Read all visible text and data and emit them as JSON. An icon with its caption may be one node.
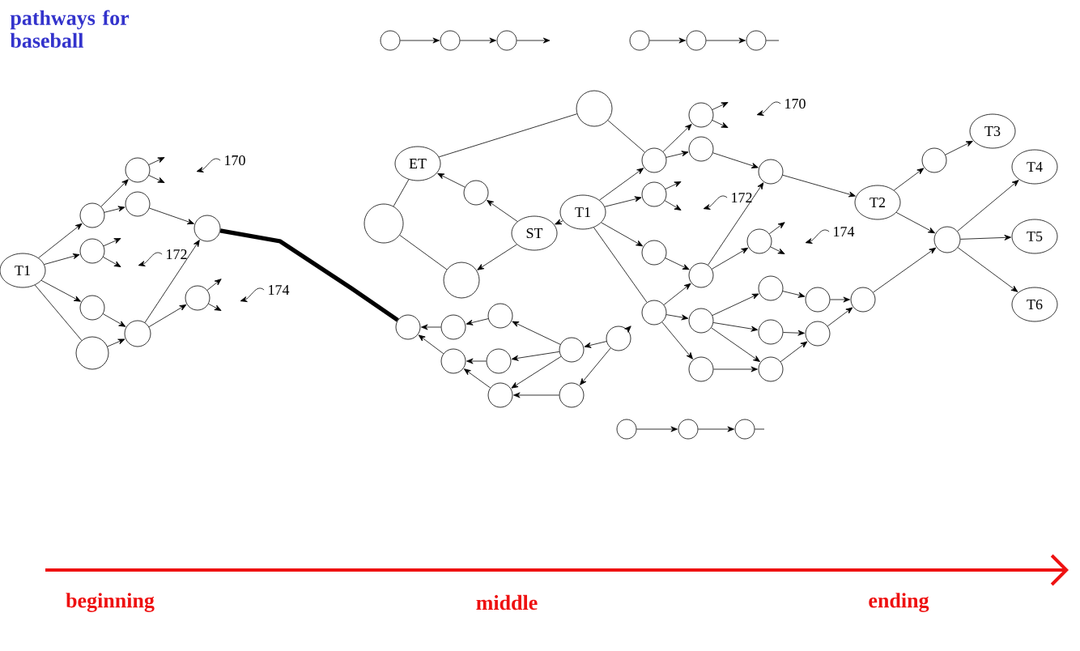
{
  "diagram": {
    "title": "pathways for baseball",
    "nodes": [
      {
        "text": [],
        "shape": "circle"
      },
      {
        "text": [],
        "shape": "circle"
      },
      {
        "text": [],
        "shape": "circle"
      },
      {
        "text": [],
        "shape": "circle"
      },
      {
        "text": [],
        "shape": "circle"
      },
      {
        "text": [],
        "shape": "circle"
      },
      {
        "text": [
          "T1"
        ]
      },
      {
        "text": [],
        "shape": "circle"
      },
      {
        "text": [],
        "shape": "circle"
      },
      {
        "text": [],
        "shape": "circle"
      },
      {
        "text": [
          "170"
        ]
      },
      {
        "text": [],
        "shape": "circle"
      },
      {
        "text": [
          "172"
        ]
      },
      {
        "text": [],
        "shape": "circle"
      },
      {
        "text": [],
        "shape": "circle"
      },
      {
        "text": [],
        "shape": "circle"
      },
      {
        "text": [],
        "shape": "circle"
      },
      {
        "text": [],
        "shape": "circle"
      },
      {
        "text": [
          "174"
        ]
      },
      {
        "text": [],
        "shape": "circle"
      },
      {
        "text": [
          "ET"
        ]
      },
      {
        "text": [],
        "shape": "circle"
      },
      {
        "text": [],
        "shape": "circle"
      },
      {
        "text": [
          "ST"
        ]
      },
      {
        "text": [
          "T1"
        ]
      },
      {
        "text": [],
        "shape": "circle"
      },
      {
        "text": [],
        "shape": "circle"
      },
      {
        "text": [],
        "shape": "circle"
      },
      {
        "text": [],
        "shape": "circle"
      },
      {
        "text": [],
        "shape": "circle"
      },
      {
        "text": [],
        "shape": "circle"
      },
      {
        "text": [],
        "shape": "circle"
      },
      {
        "text": [],
        "shape": "circle"
      },
      {
        "text": [],
        "shape": "circle"
      },
      {
        "text": [],
        "shape": "circle"
      },
      {
        "text": [],
        "shape": "circle"
      },
      {
        "text": [
          "170"
        ]
      },
      {
        "text": [],
        "shape": "circle"
      },
      {
        "text": [],
        "shape": "circle"
      },
      {
        "text": [],
        "shape": "circle"
      },
      {
        "text": [],
        "shape": "circle"
      },
      {
        "text": [
          "172"
        ]
      },
      {
        "text": [],
        "shape": "circle"
      },
      {
        "text": [],
        "shape": "circle"
      },
      {
        "text": [
          "174"
        ]
      },
      {
        "text": [],
        "shape": "circle"
      },
      {
        "text": [],
        "shape": "circle"
      },
      {
        "text": [],
        "shape": "circle"
      },
      {
        "text": [],
        "shape": "circle"
      },
      {
        "text": [],
        "shape": "circle"
      },
      {
        "text": [],
        "shape": "circle"
      },
      {
        "text": [],
        "shape": "circle"
      },
      {
        "text": [],
        "shape": "circle"
      },
      {
        "text": [],
        "shape": "circle"
      },
      {
        "text": [],
        "shape": "circle"
      },
      {
        "text": [
          "T2"
        ]
      },
      {
        "text": [],
        "shape": "circle"
      },
      {
        "text": [
          "T3"
        ]
      },
      {
        "text": [
          "T4"
        ]
      },
      {
        "text": [],
        "shape": "circle"
      },
      {
        "text": [
          "T5"
        ]
      },
      {
        "text": [
          "T6"
        ]
      },
      {
        "text": [],
        "shape": "circle"
      },
      {
        "text": [],
        "shape": "circle"
      },
      {
        "text": [],
        "shape": "circle"
      }
    ],
    "edges": [
      {
        "from": 0,
        "to": 1,
        "arrow": "to"
      },
      {
        "from": 1,
        "to": 2,
        "arrow": "to"
      },
      {
        "from": 2,
        "to": null,
        "arrow": "to"
      },
      {
        "from": 3,
        "to": 4,
        "arrow": "to"
      },
      {
        "from": 4,
        "to": 5,
        "arrow": "to"
      },
      {
        "from": 5,
        "to": null,
        "arrow": "none"
      },
      {
        "from": 6,
        "to": 8,
        "arrow": "to"
      },
      {
        "from": 6,
        "to": 11,
        "arrow": "to"
      },
      {
        "from": 6,
        "to": 13,
        "arrow": "to"
      },
      {
        "from": 6,
        "to": 14,
        "arrow": "none"
      },
      {
        "from": 8,
        "to": 7,
        "arrow": "to"
      },
      {
        "from": 8,
        "to": 9,
        "arrow": "to"
      },
      {
        "from": 9,
        "to": 16,
        "arrow": "to"
      },
      {
        "from": 13,
        "to": 15,
        "arrow": "to"
      },
      {
        "from": 14,
        "to": 15,
        "arrow": "to"
      },
      {
        "from": 15,
        "to": 16,
        "arrow": "to"
      },
      {
        "from": 15,
        "to": 17,
        "arrow": "to"
      },
      {
        "from": 7,
        "to": null,
        "arrow": "to"
      },
      {
        "from": 7,
        "to": null,
        "arrow": "to"
      },
      {
        "from": 11,
        "to": null,
        "arrow": "to"
      },
      {
        "from": 11,
        "to": null,
        "arrow": "to"
      },
      {
        "from": 17,
        "to": null,
        "arrow": "to"
      },
      {
        "from": 17,
        "to": null,
        "arrow": "to"
      },
      {
        "from": 10,
        "to": null,
        "arrow": "to"
      },
      {
        "from": 12,
        "to": null,
        "arrow": "to"
      },
      {
        "from": 18,
        "to": null,
        "arrow": "to"
      },
      {
        "from": 16,
        "to": 26,
        "arrow": "none",
        "style": "thick"
      },
      {
        "from": 19,
        "to": 20,
        "arrow": "none"
      },
      {
        "from": 20,
        "to": 22,
        "arrow": "none"
      },
      {
        "from": 22,
        "to": 25,
        "arrow": "none"
      },
      {
        "from": 19,
        "to": 37,
        "arrow": "none"
      },
      {
        "from": 23,
        "to": 21,
        "arrow": "to"
      },
      {
        "from": 21,
        "to": 20,
        "arrow": "to"
      },
      {
        "from": 23,
        "to": 25,
        "arrow": "to"
      },
      {
        "from": 24,
        "to": 23,
        "arrow": "to"
      },
      {
        "from": 24,
        "to": 37,
        "arrow": "to"
      },
      {
        "from": 24,
        "to": 40,
        "arrow": "to"
      },
      {
        "from": 24,
        "to": 42,
        "arrow": "to"
      },
      {
        "from": 24,
        "to": 46,
        "arrow": "none"
      },
      {
        "from": 27,
        "to": 26,
        "arrow": "to"
      },
      {
        "from": 28,
        "to": 27,
        "arrow": "to"
      },
      {
        "from": 29,
        "to": 26,
        "arrow": "to"
      },
      {
        "from": 30,
        "to": 29,
        "arrow": "to"
      },
      {
        "from": 31,
        "to": 29,
        "arrow": "to"
      },
      {
        "from": 32,
        "to": 28,
        "arrow": "to"
      },
      {
        "from": 32,
        "to": 30,
        "arrow": "to"
      },
      {
        "from": 32,
        "to": 31,
        "arrow": "to"
      },
      {
        "from": 33,
        "to": 32,
        "arrow": "to"
      },
      {
        "from": 33,
        "to": 34,
        "arrow": "to"
      },
      {
        "from": 34,
        "to": 31,
        "arrow": "to"
      },
      {
        "from": 33,
        "to": null,
        "arrow": "to"
      },
      {
        "from": 37,
        "to": 35,
        "arrow": "to"
      },
      {
        "from": 37,
        "to": 38,
        "arrow": "to"
      },
      {
        "from": 38,
        "to": 39,
        "arrow": "to"
      },
      {
        "from": 39,
        "to": 55,
        "arrow": "to"
      },
      {
        "from": 35,
        "to": null,
        "arrow": "to"
      },
      {
        "from": 35,
        "to": null,
        "arrow": "to"
      },
      {
        "from": 36,
        "to": null,
        "arrow": "to"
      },
      {
        "from": 40,
        "to": null,
        "arrow": "to"
      },
      {
        "from": 40,
        "to": null,
        "arrow": "to"
      },
      {
        "from": 41,
        "to": null,
        "arrow": "to"
      },
      {
        "from": 42,
        "to": 45,
        "arrow": "to"
      },
      {
        "from": 45,
        "to": 39,
        "arrow": "to"
      },
      {
        "from": 45,
        "to": 43,
        "arrow": "to"
      },
      {
        "from": 43,
        "to": null,
        "arrow": "to"
      },
      {
        "from": 43,
        "to": null,
        "arrow": "to"
      },
      {
        "from": 44,
        "to": null,
        "arrow": "to"
      },
      {
        "from": 46,
        "to": 45,
        "arrow": "to"
      },
      {
        "from": 46,
        "to": 47,
        "arrow": "to"
      },
      {
        "from": 46,
        "to": 52,
        "arrow": "to"
      },
      {
        "from": 47,
        "to": 48,
        "arrow": "to"
      },
      {
        "from": 47,
        "to": 50,
        "arrow": "to"
      },
      {
        "from": 47,
        "to": 53,
        "arrow": "to"
      },
      {
        "from": 48,
        "to": 49,
        "arrow": "to"
      },
      {
        "from": 50,
        "to": 51,
        "arrow": "to"
      },
      {
        "from": 53,
        "to": 51,
        "arrow": "to"
      },
      {
        "from": 52,
        "to": 53,
        "arrow": "to"
      },
      {
        "from": 49,
        "to": 54,
        "arrow": "to"
      },
      {
        "from": 51,
        "to": 54,
        "arrow": "to"
      },
      {
        "from": 54,
        "to": 59,
        "arrow": "to"
      },
      {
        "from": 55,
        "to": 56,
        "arrow": "to"
      },
      {
        "from": 56,
        "to": 57,
        "arrow": "to"
      },
      {
        "from": 55,
        "to": 59,
        "arrow": "to"
      },
      {
        "from": 59,
        "to": 58,
        "arrow": "to"
      },
      {
        "from": 59,
        "to": 60,
        "arrow": "to"
      },
      {
        "from": 59,
        "to": 61,
        "arrow": "to"
      },
      {
        "from": 62,
        "to": 63,
        "arrow": "to"
      },
      {
        "from": 63,
        "to": 64,
        "arrow": "to"
      },
      {
        "from": 64,
        "to": null,
        "arrow": "none"
      }
    ],
    "labels": [
      "beginning",
      "middle",
      "ending"
    ]
  }
}
